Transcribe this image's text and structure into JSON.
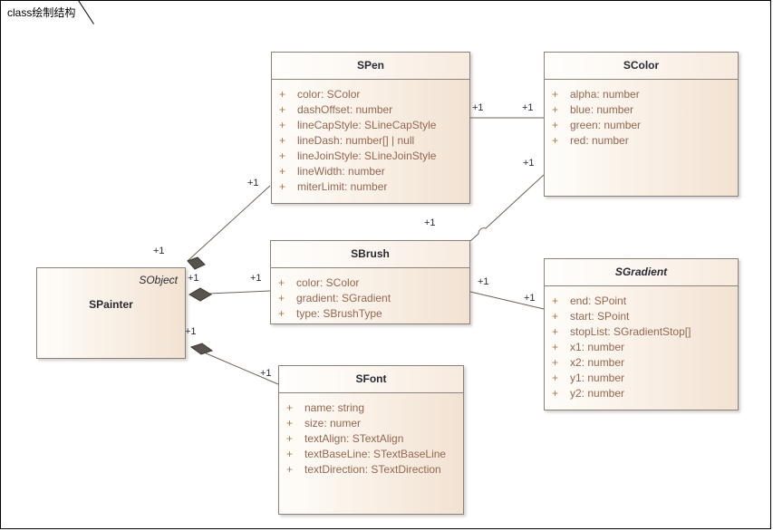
{
  "diagram": {
    "tab_label": "class绘制结构",
    "colors": {
      "box_border": "#8a8178",
      "connector": "#6e6259",
      "diamond_fill": "#59534d",
      "attr_text": "#96664f",
      "visibility": "#b5763f",
      "title_text": "#2a2a33",
      "multiplicity_text": "#2b2b3a",
      "canvas_background": "#ffffff"
    }
  },
  "classes": {
    "spen": {
      "name": "SPen",
      "attributes": [
        {
          "visibility": "+",
          "text": "color: SColor"
        },
        {
          "visibility": "+",
          "text": "dashOffset: number"
        },
        {
          "visibility": "+",
          "text": "lineCapStyle: SLineCapStyle"
        },
        {
          "visibility": "+",
          "text": "lineDash: number[] | null"
        },
        {
          "visibility": "+",
          "text": "lineJoinStyle: SLineJoinStyle"
        },
        {
          "visibility": "+",
          "text": "lineWidth: number"
        },
        {
          "visibility": "+",
          "text": "miterLimit: number"
        }
      ]
    },
    "scolor": {
      "name": "SColor",
      "attributes": [
        {
          "visibility": "+",
          "text": "alpha: number"
        },
        {
          "visibility": "+",
          "text": "blue: number"
        },
        {
          "visibility": "+",
          "text": "green: number"
        },
        {
          "visibility": "+",
          "text": "red: number"
        }
      ]
    },
    "sbrush": {
      "name": "SBrush",
      "attributes": [
        {
          "visibility": "+",
          "text": "color: SColor"
        },
        {
          "visibility": "+",
          "text": "gradient: SGradient"
        },
        {
          "visibility": "+",
          "text": "type: SBrushType"
        }
      ]
    },
    "sgradient": {
      "name": "SGradient",
      "attributes": [
        {
          "visibility": "+",
          "text": "end: SPoint"
        },
        {
          "visibility": "+",
          "text": "start: SPoint"
        },
        {
          "visibility": "+",
          "text": "stopList: SGradientStop[]"
        },
        {
          "visibility": "+",
          "text": "x1: number"
        },
        {
          "visibility": "+",
          "text": "x2: number"
        },
        {
          "visibility": "+",
          "text": "y1: number"
        },
        {
          "visibility": "+",
          "text": "y2: number"
        }
      ]
    },
    "sfont": {
      "name": "SFont",
      "attributes": [
        {
          "visibility": "+",
          "text": "name: string"
        },
        {
          "visibility": "+",
          "text": "size: numer"
        },
        {
          "visibility": "+",
          "text": "textAlign: STextAlign"
        },
        {
          "visibility": "+",
          "text": "textBaseLine: STextBaseLine"
        },
        {
          "visibility": "+",
          "text": "textDirection: STextDirection"
        }
      ]
    },
    "spainter": {
      "name": "SPainter",
      "stereotype": "SObject"
    }
  },
  "multiplicities": {
    "painter_pen_source": "+1",
    "painter_pen_target": "+1",
    "painter_brush_source": "+1",
    "painter_brush_target": "+1",
    "painter_font_source": "+1",
    "painter_font_target": "+1",
    "pen_color_source": "+1",
    "pen_color_target": "+1",
    "brush_color_source": "+1",
    "brush_color_target": "+1",
    "brush_gradient_source": "+1",
    "brush_gradient_target": "+1"
  }
}
